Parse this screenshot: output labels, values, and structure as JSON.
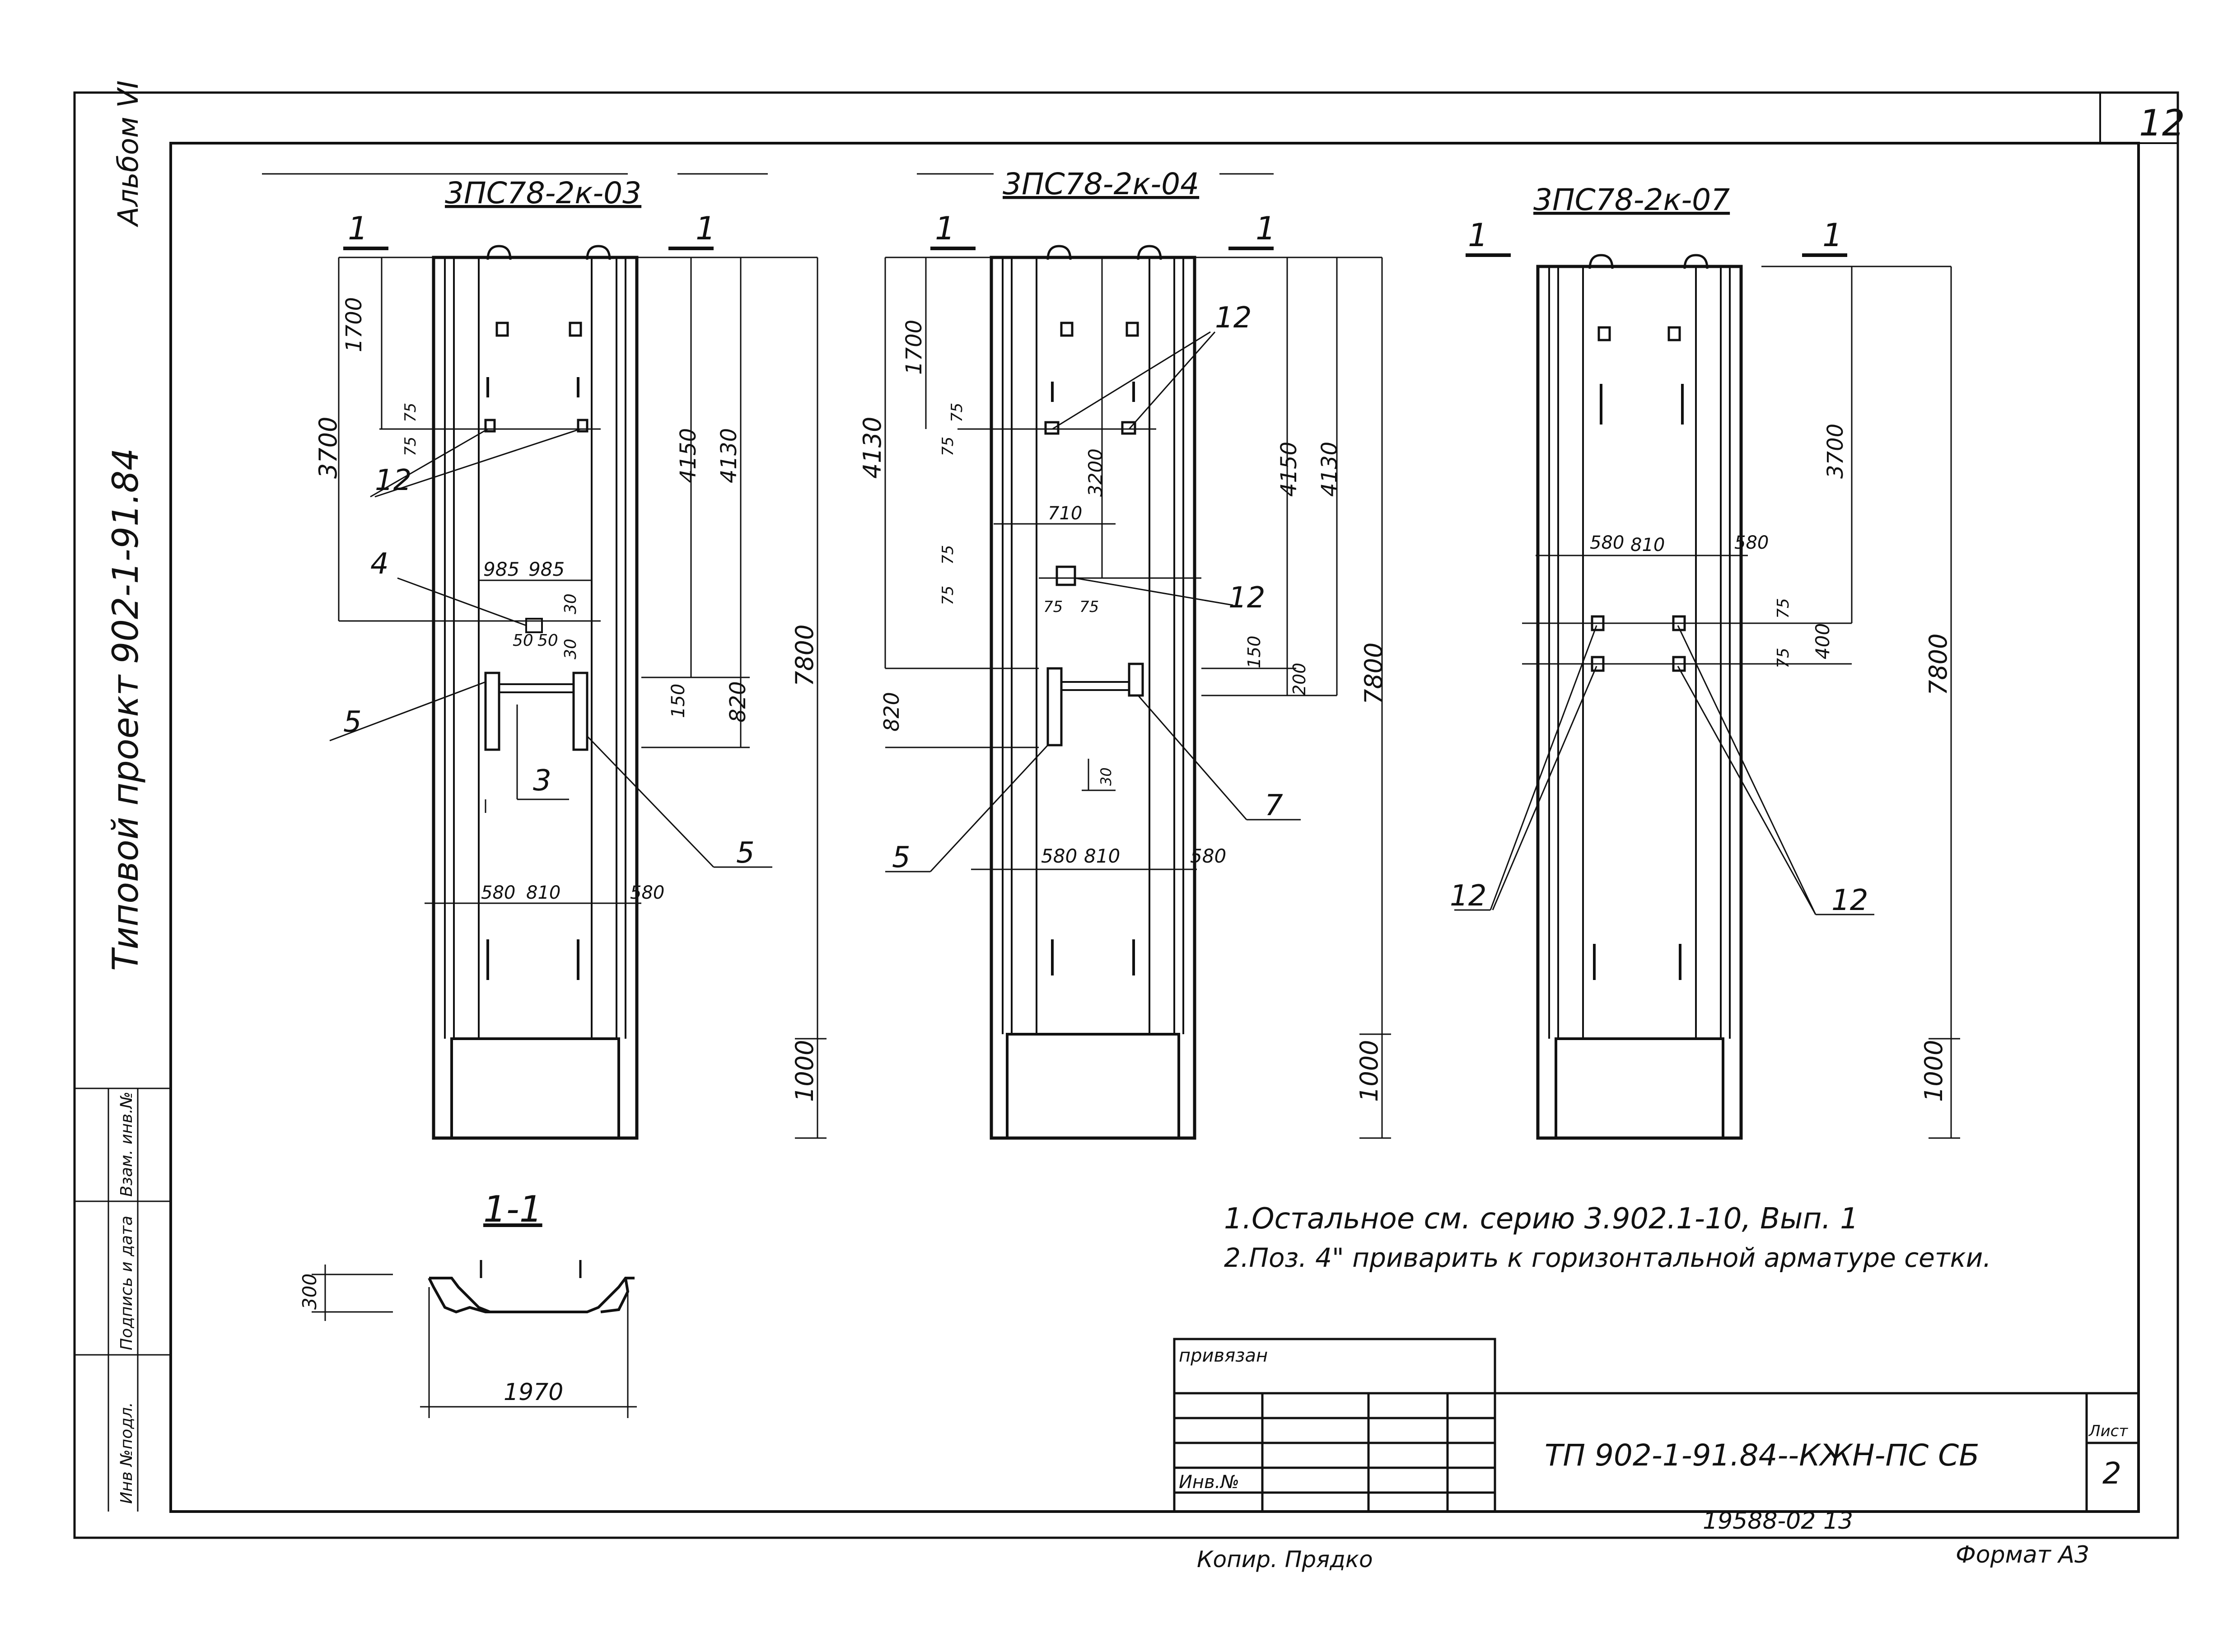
{
  "sheet": {
    "sheet_no_top": "12",
    "sheet_label": "Лист",
    "sheet_no": "2",
    "format": "Формат А3",
    "copier": "Копир. Прядко",
    "doc_code": "ТП 902-1-91.84--КЖН-ПС СБ",
    "archive_no": "19588-02  13"
  },
  "side": {
    "album": "Альбом VI",
    "project": "Типовой проект  902-1-91.84"
  },
  "stamp_left": {
    "inv_orig": "Инв №подл.",
    "sign_date": "Подпись и дата",
    "inv_instead": "Взам. инв.№"
  },
  "stamp_bottom": {
    "linked": "привязан",
    "inv_no": "Инв.№"
  },
  "panels": [
    {
      "title": "3ПС78-2к-03",
      "section": "1",
      "dims": {
        "d1700": "1700",
        "d75a": "75",
        "d75b": "75",
        "d3700": "3700",
        "d4150": "4150",
        "d4130": "4130",
        "d7800": "7800",
        "d1000": "1000",
        "d985a": "985",
        "d985b": "985",
        "d30a": "30",
        "d30b": "30",
        "d50a": "50",
        "d50b": "50",
        "d150": "150",
        "d820": "820",
        "d580a": "580",
        "d810": "810",
        "d580b": "580"
      },
      "callouts": {
        "c12": "12",
        "c4": "4",
        "c5a": "5",
        "c3": "3",
        "c5b": "5"
      }
    },
    {
      "title": "3ПС78-2к-04",
      "section": "1",
      "dims": {
        "d1700": "1700",
        "d75a": "75",
        "d75b": "75",
        "d4130a": "4130",
        "d3200": "3200",
        "d710": "710",
        "d75c": "75",
        "d75d": "75",
        "d75e": "75",
        "d75f": "75",
        "d4150": "4150",
        "d4130b": "4130",
        "d7800": "7800",
        "d1000": "1000",
        "d820": "820",
        "d150": "150",
        "d200": "200",
        "d30": "30",
        "d580a": "580",
        "d810": "810",
        "d580b": "580"
      },
      "callouts": {
        "c12a": "12",
        "c12b": "12",
        "c5": "5",
        "c7": "7"
      }
    },
    {
      "title": "3ПС78-2к-07",
      "section": "1",
      "dims": {
        "d3700": "3700",
        "d580a": "580",
        "d810": "810",
        "d580b": "580",
        "d75a": "75",
        "d75b": "75",
        "d400": "400",
        "d7800": "7800",
        "d1000": "1000"
      },
      "callouts": {
        "c12a": "12",
        "c12b": "12"
      }
    }
  ],
  "section_view": {
    "title": "1-1",
    "width": "1970",
    "height": "300"
  },
  "notes": [
    "1.Остальное см. серию 3.902.1-10, Вып. 1",
    "2.Поз. 4\" приварить к горизонтальной арматуре сетки."
  ]
}
